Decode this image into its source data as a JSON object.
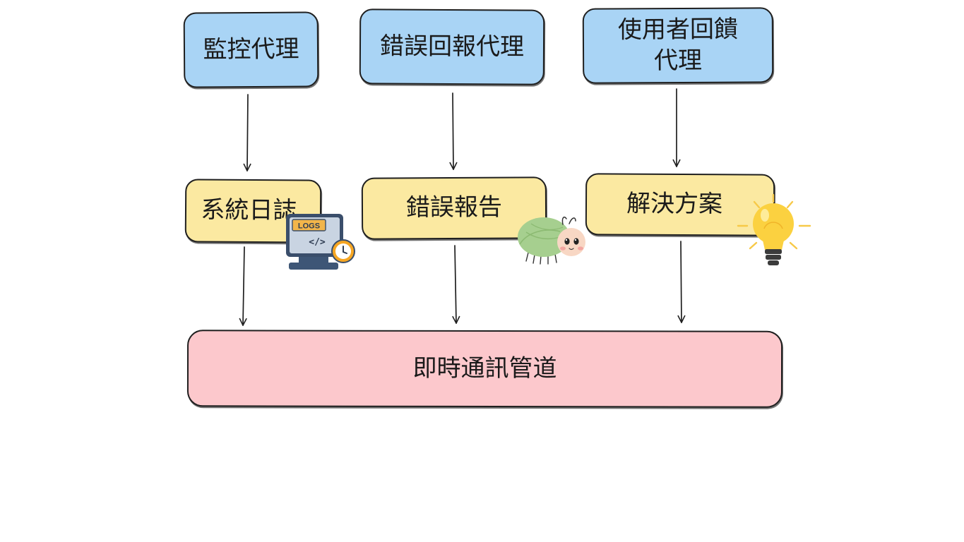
{
  "diagram": {
    "nodes": [
      {
        "id": "monitor",
        "label": "監控代理",
        "kind": "agent"
      },
      {
        "id": "error",
        "label": "錯誤回報代理",
        "kind": "agent"
      },
      {
        "id": "feedback",
        "label": "使用者回饋\n代理",
        "kind": "agent"
      },
      {
        "id": "logs",
        "label": "系統日誌",
        "kind": "output"
      },
      {
        "id": "report",
        "label": "錯誤報告",
        "kind": "output"
      },
      {
        "id": "solution",
        "label": "解決方案",
        "kind": "output"
      },
      {
        "id": "channel",
        "label": "即時通訊管道",
        "kind": "channel"
      }
    ],
    "edges": [
      {
        "from": "monitor",
        "to": "logs"
      },
      {
        "from": "error",
        "to": "report"
      },
      {
        "from": "feedback",
        "to": "solution"
      },
      {
        "from": "logs",
        "to": "channel"
      },
      {
        "from": "report",
        "to": "channel"
      },
      {
        "from": "solution",
        "to": "channel"
      }
    ],
    "icons": {
      "logs": {
        "name": "log-monitor-icon",
        "badge_text": "LOGS",
        "code_text": "</>"
      },
      "report": {
        "name": "bug-icon"
      },
      "solution": {
        "name": "lightbulb-icon"
      }
    },
    "colors": {
      "agent": "#a9d4f5",
      "output": "#fbe9a1",
      "channel": "#fcc8cc",
      "stroke": "#1f1f1f"
    }
  }
}
